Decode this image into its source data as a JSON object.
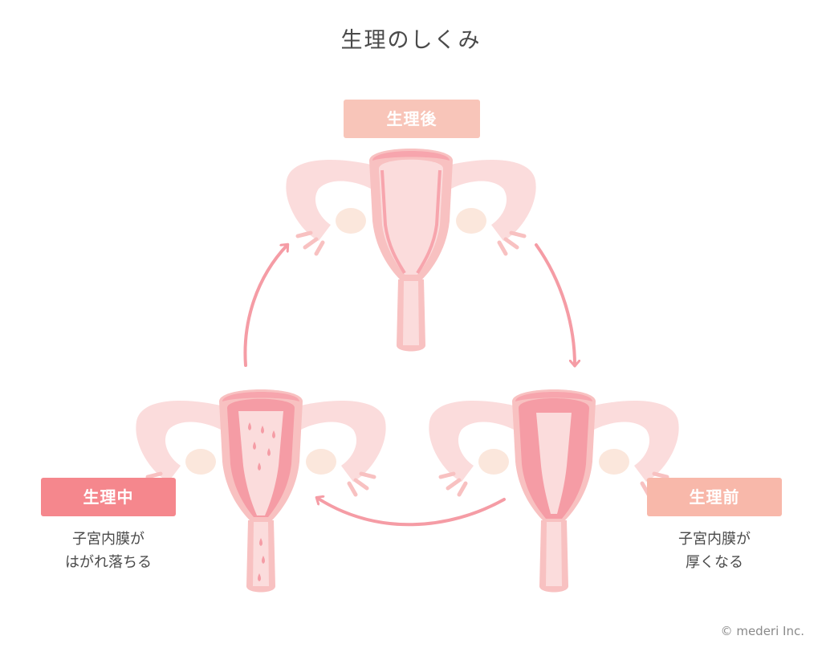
{
  "title": "生理のしくみ",
  "phases": {
    "after": {
      "label": "生理後"
    },
    "during": {
      "label": "生理中",
      "description_line1": "子宮内膜が",
      "description_line2": "はがれ落ちる"
    },
    "before": {
      "label": "生理前",
      "description_line1": "子宮内膜が",
      "description_line2": "厚くなる"
    }
  },
  "copyright": "© mederi Inc.",
  "colors": {
    "uterus_light": "#fbdcdc",
    "uterus_mid": "#f8c1c1",
    "endometrium": "#f7a5ad",
    "ovary": "#fbe7dc",
    "arrow": "#f59ca5",
    "label_after": "#f8c5b9",
    "label_during": "#f5878d",
    "label_before": "#f8b8aa"
  }
}
